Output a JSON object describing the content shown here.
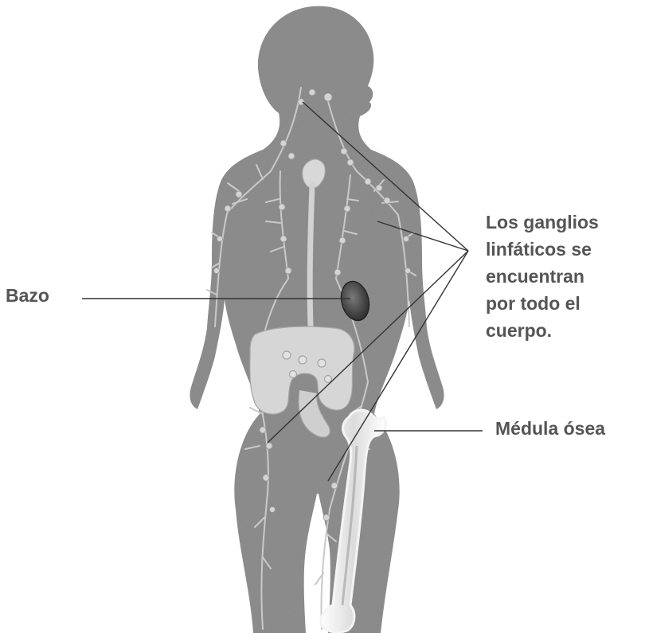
{
  "figure": {
    "subject": "female-body-lymphatic-system",
    "colors": {
      "background": "#ffffff",
      "body_silhouette": "#8e8e8e",
      "lymph_vessels": "#c8c8c8",
      "organs": "#d2d2d2",
      "spleen": "#4a4a4a",
      "bone": "#e9e9e9",
      "label_text": "#555555",
      "leader_line": "#333333"
    }
  },
  "labels": {
    "bazo": "Bazo",
    "ganglios": [
      "Los ganglios",
      "linfáticos se",
      "encuentran",
      "por todo el",
      "cuerpo."
    ],
    "medula": "Médula ósea"
  }
}
